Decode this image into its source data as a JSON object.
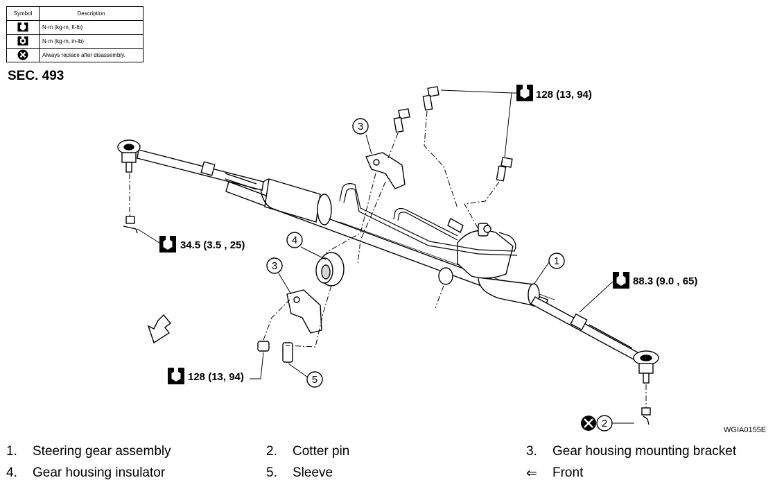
{
  "legend": {
    "header_symbol": "Symbol",
    "header_description": "Description",
    "rows": [
      {
        "icon": "torque-nm-icon",
        "description": "N·m (kg-m, ft-lb)"
      },
      {
        "icon": "torque-nm-inlb-icon",
        "description": "N·m (kg-m, in-lb)"
      },
      {
        "icon": "always-replace-icon",
        "description": "Always replace after disassembly."
      }
    ]
  },
  "section": "SEC. 493",
  "callouts": {
    "torque_top_right": "128 (13, 94)",
    "torque_left_tie_rod": "34.5 (3.5 , 25)",
    "torque_right_tie_rod": "88.3 (9.0 , 65)",
    "torque_bottom_left": "128 (13, 94)",
    "num_1": "1",
    "num_2": "2",
    "num_3_top": "3",
    "num_3_bottom": "3",
    "num_4": "4",
    "num_5": "5"
  },
  "figure_id": "WGIA0155E",
  "parts": [
    {
      "num": "1.",
      "label": "Steering gear assembly"
    },
    {
      "num": "2.",
      "label": "Cotter pin"
    },
    {
      "num": "3.",
      "label": "Gear housing mounting bracket"
    },
    {
      "num": "4.",
      "label": "Gear housing insulator"
    },
    {
      "num": "5.",
      "label": "Sleeve"
    },
    {
      "num": "⇐",
      "label": "Front"
    }
  ],
  "colors": {
    "ink": "#000000",
    "background": "#ffffff",
    "housing_shade": "#d8d8d8"
  }
}
